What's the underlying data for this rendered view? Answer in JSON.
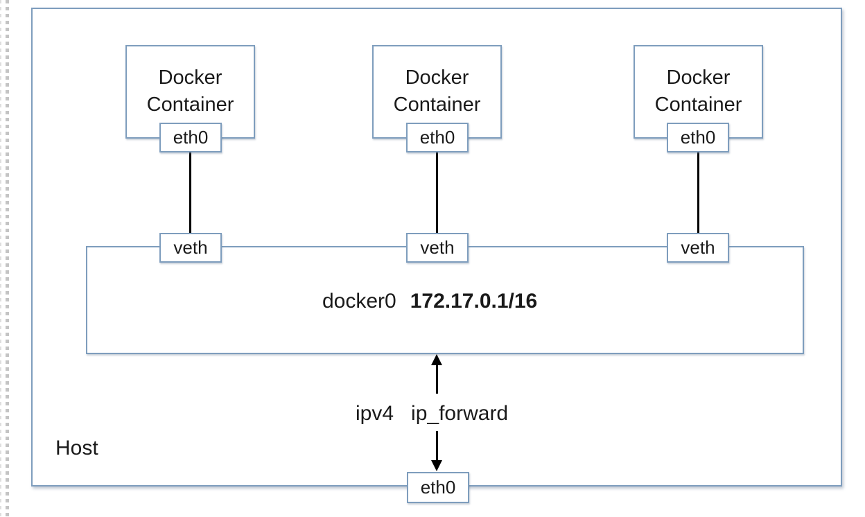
{
  "diagram": {
    "host": {
      "label": "Host",
      "interface": "eth0"
    },
    "containers": [
      {
        "title": "Docker Container",
        "interface": "eth0",
        "veth_label": "veth"
      },
      {
        "title": "Docker Container",
        "interface": "eth0",
        "veth_label": "veth"
      },
      {
        "title": "Docker Container",
        "interface": "eth0",
        "veth_label": "veth"
      }
    ],
    "bridge": {
      "name": "docker0",
      "subnet": "172.17.0.1/16"
    },
    "forwarding": {
      "part1": "ipv4",
      "part2": "ip_forward"
    },
    "colors": {
      "box_border": "#7E9DBD",
      "line": "#000000",
      "text": "#1A1A1A",
      "page_dots": "#C4C4C4",
      "background": "#FFFFFF"
    }
  }
}
